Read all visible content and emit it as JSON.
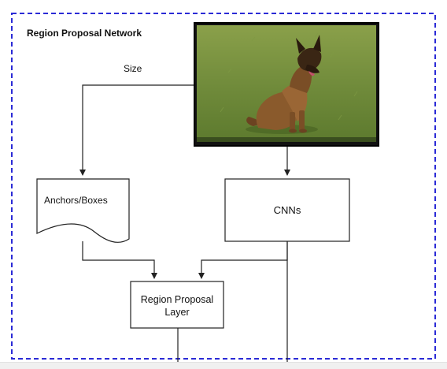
{
  "title": "Region Proposal Network",
  "edge_labels": {
    "size": "Size"
  },
  "nodes": {
    "anchors": "Anchors/Boxes",
    "cnn": "CNNs",
    "rpl_line1": "Region Proposal",
    "rpl_line2": "Layer"
  },
  "image": {
    "subject": "dog-photo",
    "subject_desc": "German shepherd dog sitting on grass"
  },
  "colors": {
    "dashed_border": "#2b2bd6",
    "lines": "#222222",
    "grass": "#6f8a3a",
    "dog": "#8a5a2c"
  }
}
